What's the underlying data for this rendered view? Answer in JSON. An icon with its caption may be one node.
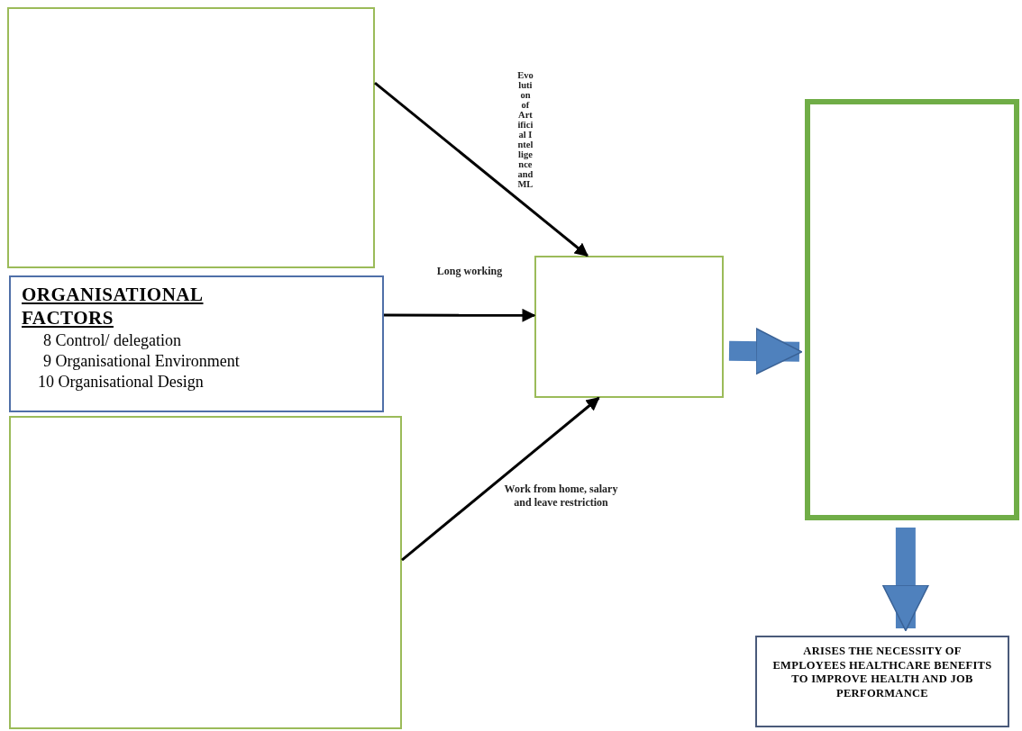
{
  "diagram": {
    "nodes": [
      {
        "text": [],
        "shape": "box"
      },
      {
        "text": [
          "ORGANISATIONAL FACTORS",
          "8 Control/ delegation",
          "9 Organisational Environment",
          "10 Organisational Design"
        ]
      },
      {
        "text": [],
        "shape": "box"
      },
      {
        "text": [],
        "shape": "box"
      },
      {
        "text": [],
        "shape": "box"
      },
      {
        "text": [
          "ARISES THE NECESSITY OF EMPLOYEES HEALTHCARE BENEFITS TO IMPROVE HEALTH AND JOB PERFORMANCE"
        ]
      }
    ],
    "edges": [
      {
        "from": 0,
        "to": 3,
        "arrow": "to",
        "label": "Evolution of Artificial Intelligence and ML"
      },
      {
        "from": 1,
        "to": 3,
        "arrow": "to",
        "label": "Long working"
      },
      {
        "from": 2,
        "to": 3,
        "arrow": "to",
        "label": "Work from home, salary and leave restriction"
      },
      {
        "from": 3,
        "to": 4,
        "arrow": "to",
        "style": "thick",
        "color": "#4f81bd"
      },
      {
        "from": 4,
        "to": 5,
        "arrow": "to",
        "style": "thick",
        "color": "#4f81bd"
      }
    ]
  }
}
